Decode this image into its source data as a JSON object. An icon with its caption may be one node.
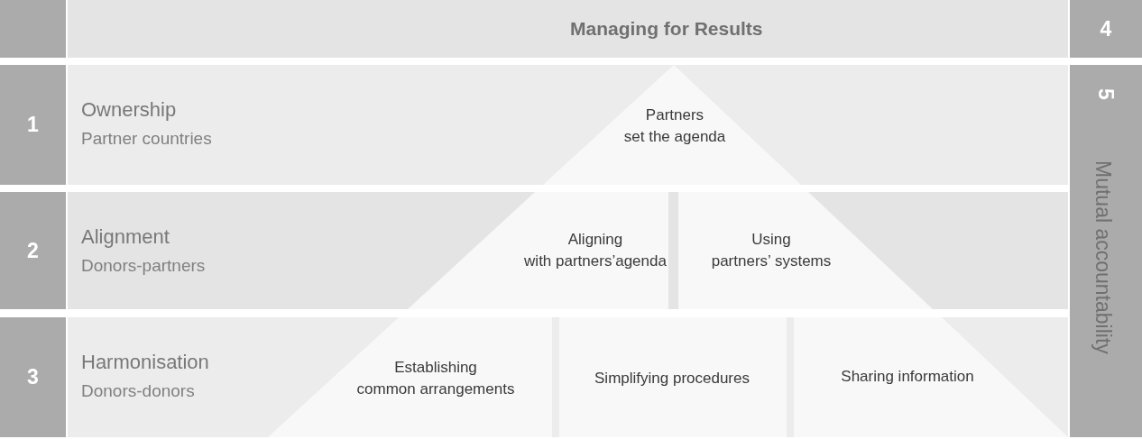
{
  "diagram": {
    "nodes": [
      {
        "text": [],
        "shape": "box"
      },
      {
        "text": [
          "Managing for Results"
        ]
      },
      {
        "text": [
          "4"
        ]
      },
      {
        "text": [
          "1"
        ]
      },
      {
        "text": [
          "Ownership",
          "Partner countries"
        ]
      },
      {
        "text": [
          "Partners set the agenda"
        ],
        "in": 4
      },
      {
        "text": [
          "5",
          "Mutual accountability"
        ]
      },
      {
        "text": [
          "2"
        ]
      },
      {
        "text": [
          "Alignment",
          "Donors-partners"
        ]
      },
      {
        "text": [
          "Aligning with partners’agenda"
        ],
        "in": 8
      },
      {
        "text": [
          "Using partners’ systems"
        ],
        "in": 8
      },
      {
        "text": [
          "3"
        ]
      },
      {
        "text": [
          "Harmonisation",
          "Donors-donors"
        ]
      },
      {
        "text": [
          "Establishing common arrangements"
        ],
        "in": 12
      },
      {
        "text": [
          "Simplifying procedures"
        ],
        "in": 12
      },
      {
        "text": [
          "Sharing information"
        ],
        "in": 12
      }
    ]
  }
}
